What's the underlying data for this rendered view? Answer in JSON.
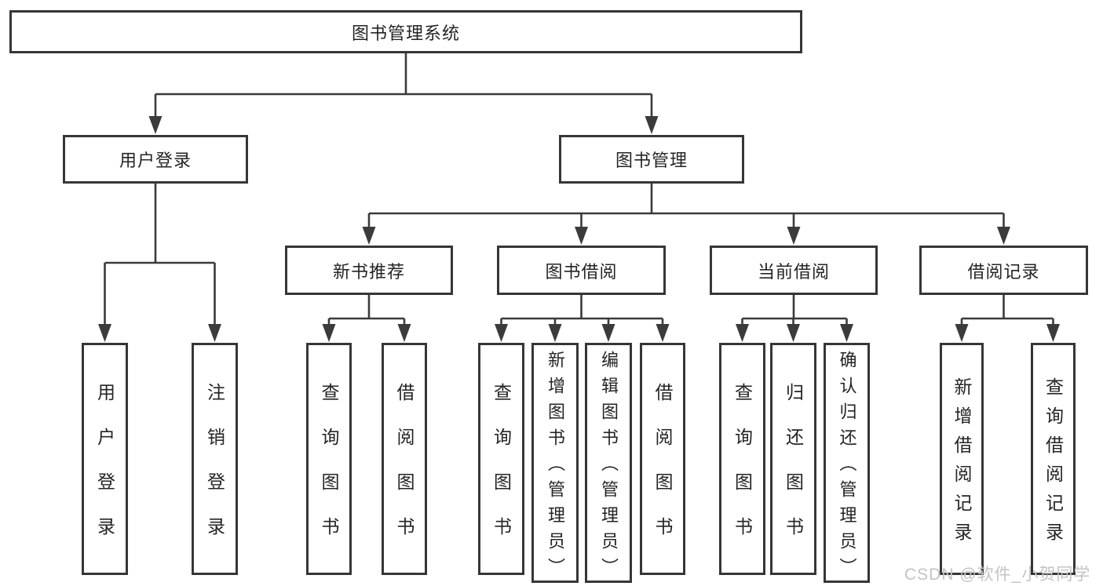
{
  "root": {
    "label": "图书管理系统"
  },
  "user_login": {
    "label": "用户登录",
    "leaves": [
      "用户登录",
      "注销登录"
    ]
  },
  "book_management": {
    "label": "图书管理"
  },
  "modules": [
    {
      "label": "新书推荐",
      "leaves": [
        "查询图书",
        "借阅图书"
      ]
    },
    {
      "label": "图书借阅",
      "leaves": [
        "查询图书",
        "新增图书（管理员）",
        "编辑图书（管理员）",
        "借阅图书"
      ]
    },
    {
      "label": "当前借阅",
      "leaves": [
        "查询图书",
        "归还图书",
        "确认归还（管理员）"
      ]
    },
    {
      "label": "借阅记录",
      "leaves": [
        "新增借阅记录",
        "查询借阅记录"
      ]
    }
  ],
  "watermark": "CSDN @软件_小贺同学",
  "colors": {
    "line": "#3b3b3b",
    "box_border": "#363636",
    "text": "#242424",
    "watermark": "#c3c3c3",
    "background": "#ffffff"
  }
}
